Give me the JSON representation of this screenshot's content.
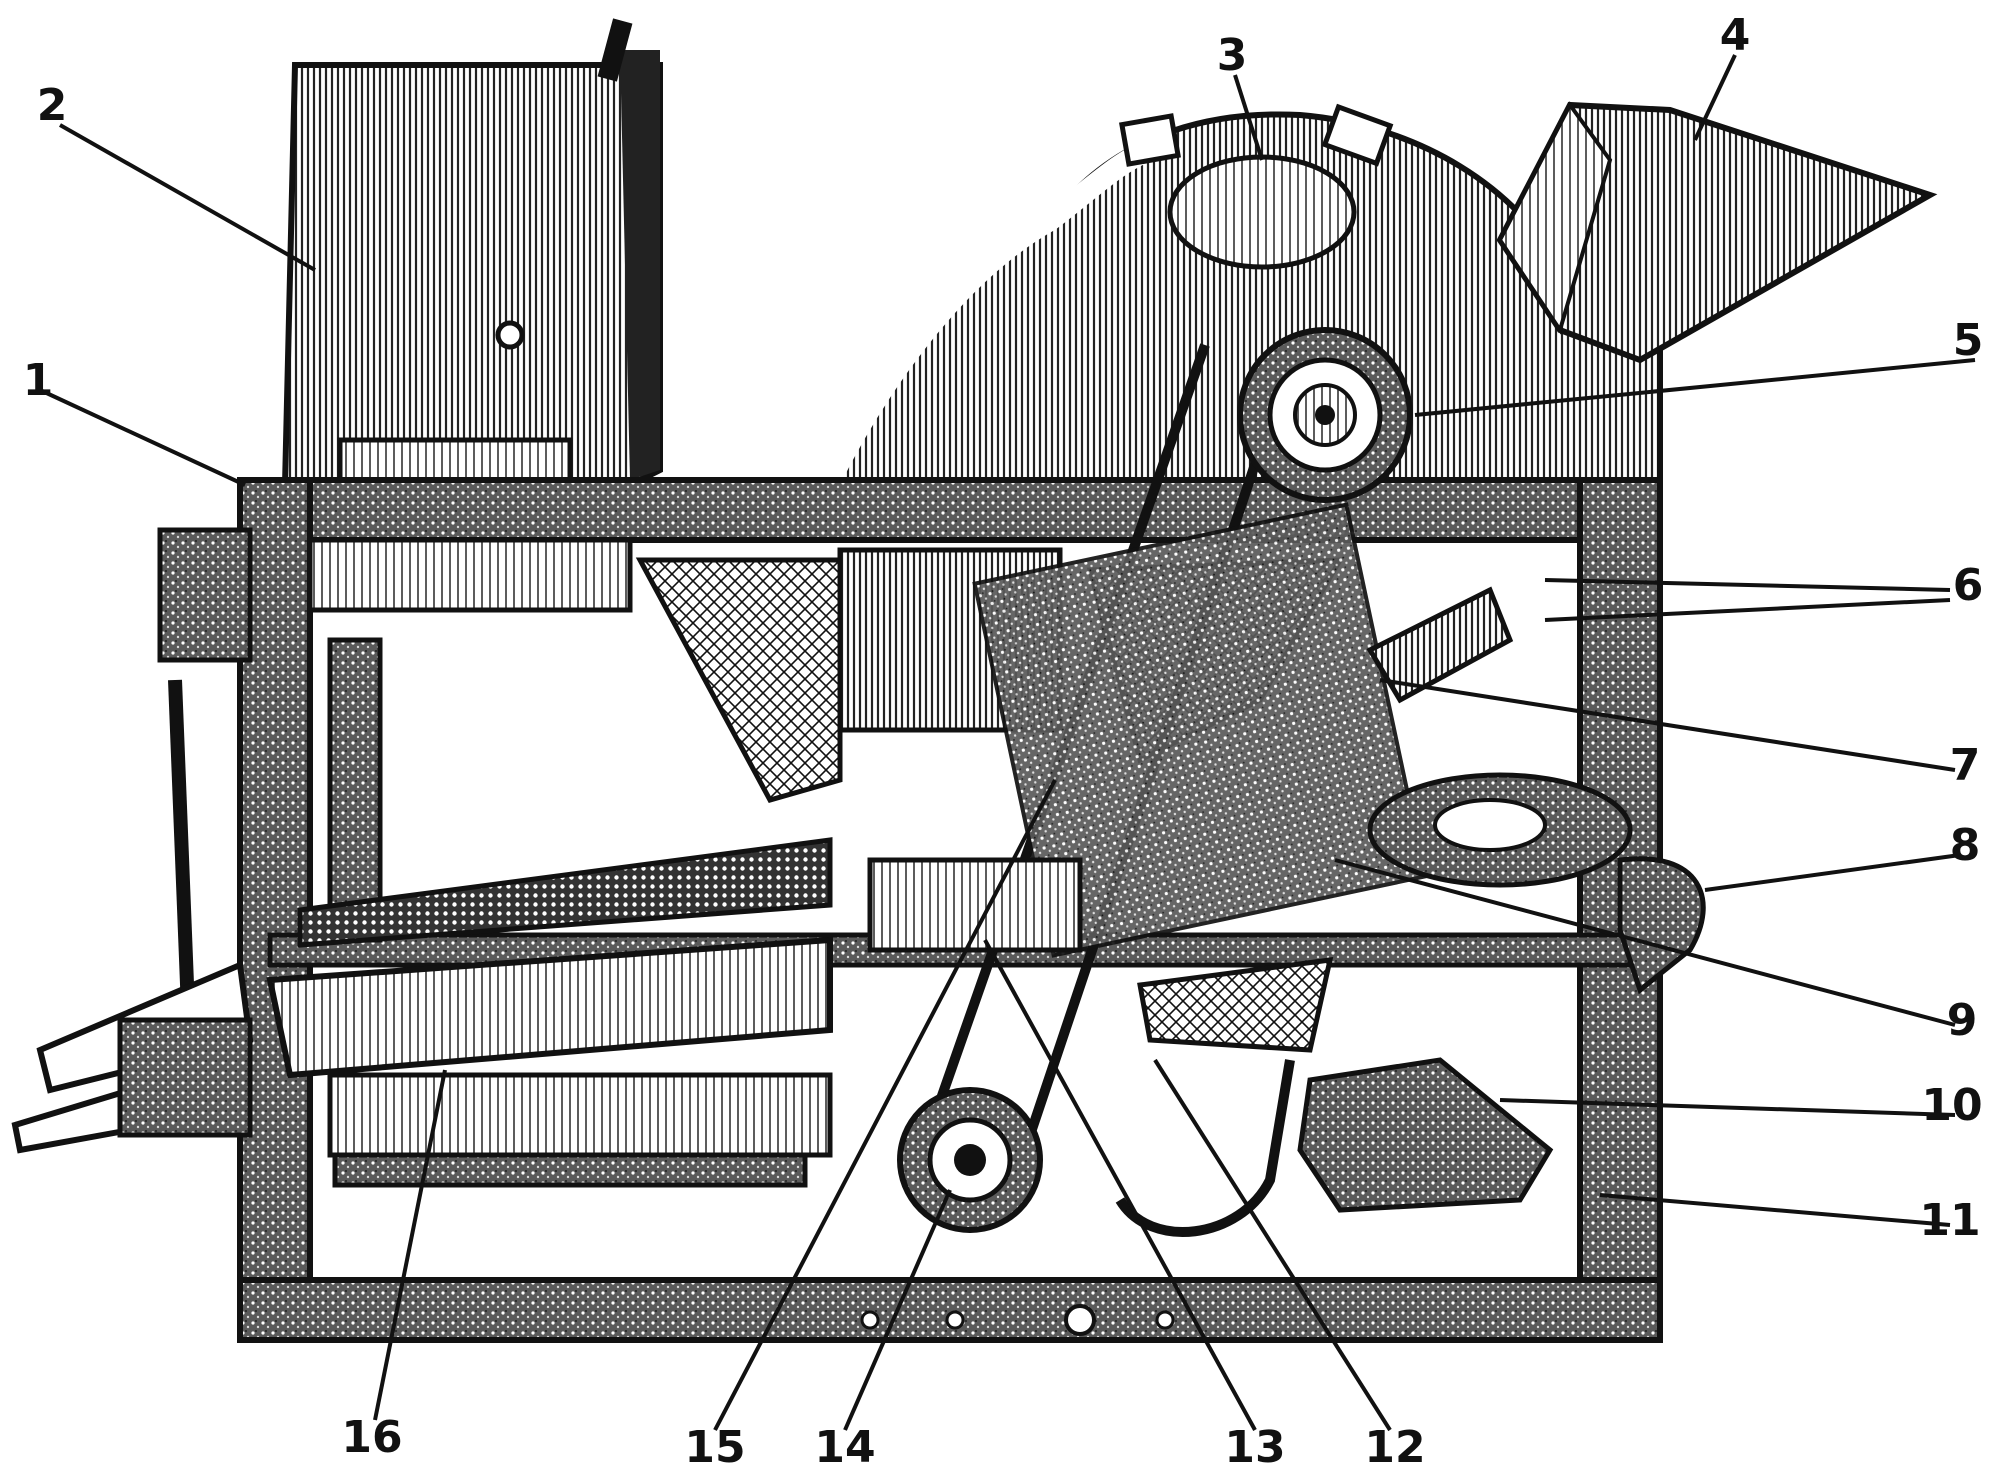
{
  "figure": {
    "callouts": [
      {
        "id": "1",
        "label": "1"
      },
      {
        "id": "2",
        "label": "2"
      },
      {
        "id": "3",
        "label": "3"
      },
      {
        "id": "4",
        "label": "4"
      },
      {
        "id": "5",
        "label": "5"
      },
      {
        "id": "6",
        "label": "6"
      },
      {
        "id": "7",
        "label": "7"
      },
      {
        "id": "8",
        "label": "8"
      },
      {
        "id": "9",
        "label": "9"
      },
      {
        "id": "10",
        "label": "10"
      },
      {
        "id": "11",
        "label": "11"
      },
      {
        "id": "12",
        "label": "12"
      },
      {
        "id": "13",
        "label": "13"
      },
      {
        "id": "14",
        "label": "14"
      },
      {
        "id": "15",
        "label": "15"
      },
      {
        "id": "16",
        "label": "16"
      }
    ],
    "colors": {
      "ink": "#111111",
      "paper": "#ffffff",
      "wood": "#4a4a4a"
    }
  }
}
